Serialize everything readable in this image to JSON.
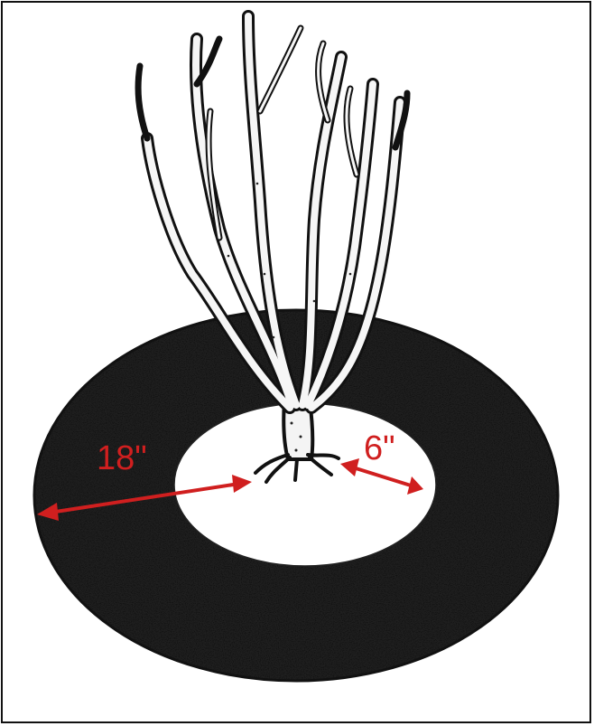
{
  "diagram": {
    "dimensions": [
      {
        "id": "mulch-ring-width",
        "label": "18\""
      },
      {
        "id": "trunk-clearance",
        "label": "6\""
      }
    ],
    "colors": {
      "mulch": "#1a1a1a",
      "outline": "#111111",
      "background": "#ffffff",
      "annotation": "#d01f1f"
    },
    "icons": {
      "shrub": "bare-branched-shrub-illustration",
      "mulch": "stippled-mulch-ring"
    }
  }
}
